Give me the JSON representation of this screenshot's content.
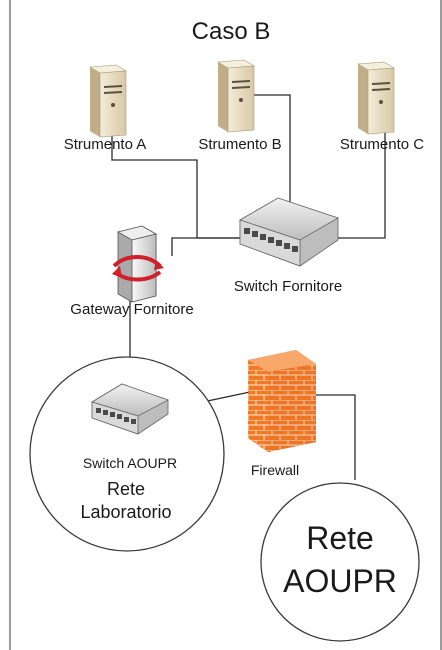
{
  "diagram": {
    "title": "Caso B",
    "nodes": {
      "server_a": {
        "label": "Strumento A",
        "icon": "server-tower-icon"
      },
      "server_b": {
        "label": "Strumento B",
        "icon": "server-tower-icon"
      },
      "server_c": {
        "label": "Strumento C",
        "icon": "server-tower-icon"
      },
      "switch_fornitore": {
        "label": "Switch Fornitore",
        "icon": "network-switch-icon"
      },
      "gateway_fornitore": {
        "label": "Gateway Fornitore",
        "icon": "gateway-router-icon"
      },
      "switch_aoupr": {
        "label": "Switch AOUPR",
        "icon": "network-switch-icon"
      },
      "firewall": {
        "label": "Firewall",
        "icon": "brick-firewall-icon"
      }
    },
    "zones": {
      "rete_laboratorio": {
        "line1": "Rete",
        "line2": "Laboratorio"
      },
      "rete_aoupr": {
        "line1": "Rete",
        "line2": "AOUPR"
      }
    },
    "colors": {
      "line": "#2b2b2b",
      "server_body": "#e7dcc3",
      "server_side": "#c9b995",
      "switch_body": "#d6d6d6",
      "firewall_brick": "#f07a28",
      "gateway_arrow": "#d0202a"
    }
  }
}
